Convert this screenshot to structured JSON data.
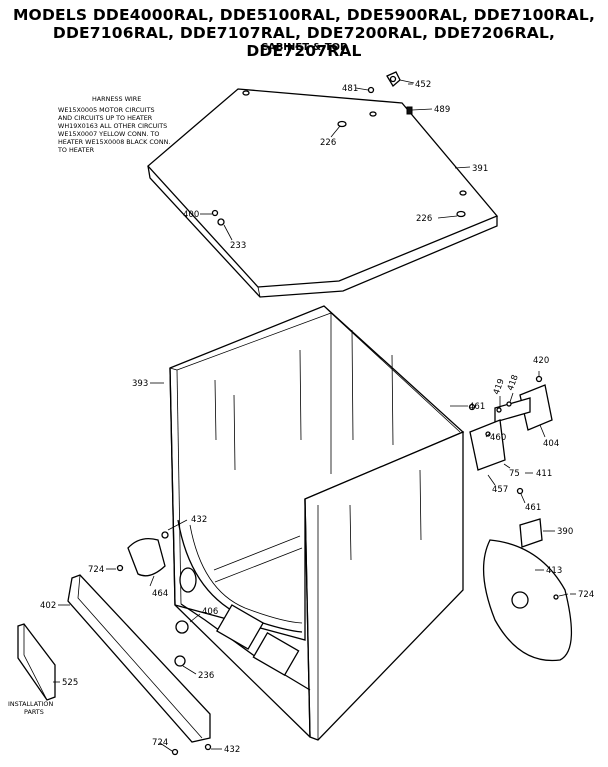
{
  "header": {
    "line1": "MODELS DDE4000RAL, DDE5100RAL, DDE5900RAL, DDE7100RAL,",
    "line2": "DDE7106RAL, DDE7107RAL, DDE7200RAL, DDE7206RAL, DDE7207RAL",
    "section": "CABINET & TOP"
  },
  "harness_note": {
    "title": "HARNESS WIRE",
    "lines": [
      "WE15X0005 MOTOR CIRCUITS",
      "AND CIRCUITS UP TO HEATER",
      "WH19X0163 ALL OTHER CIRCUITS",
      "WE15X0007 YELLOW CONN. TO",
      "HEATER WE15X0008 BLACK CONN.",
      "TO HEATER"
    ]
  },
  "installation_label": [
    "INSTALLATION",
    "PARTS"
  ],
  "part_labels": {
    "p481a": "481",
    "p452": "452",
    "p489": "489",
    "p226a": "226",
    "p391": "391",
    "p400": "400",
    "p233": "233",
    "p226b": "226",
    "p393": "393",
    "p420": "420",
    "p461a": "461",
    "p419": "419",
    "p418": "418",
    "p460": "460",
    "p404": "404",
    "p75": "75",
    "p411": "411",
    "p457": "457",
    "p461b": "461",
    "p432a": "432",
    "p390": "390",
    "p724a": "724",
    "p464": "464",
    "p413": "413",
    "p724b": "724",
    "p402": "402",
    "p406": "406",
    "p236": "236",
    "p525": "525",
    "p724c": "724",
    "p432b": "432"
  }
}
